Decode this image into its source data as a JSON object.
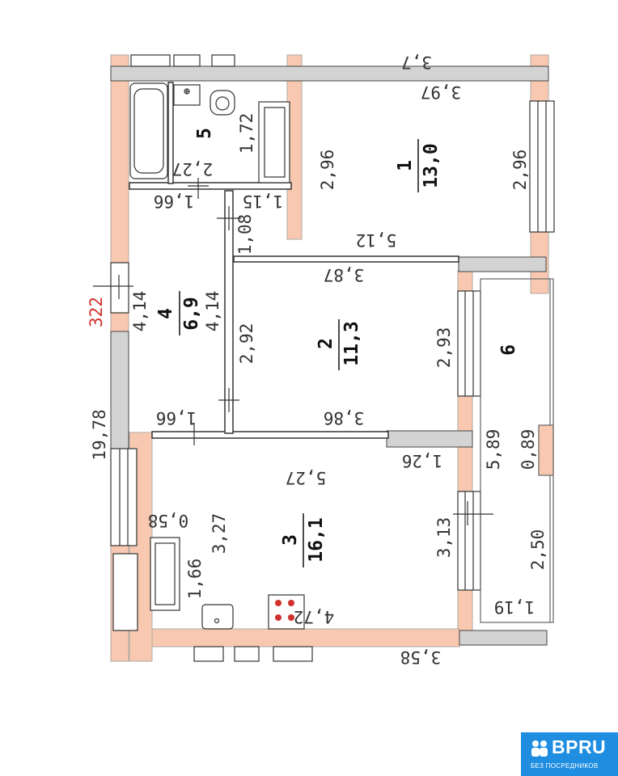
{
  "plan": {
    "total_dimension": "19,78",
    "door_dimension": "322",
    "clipped_label": "3,7",
    "rooms": [
      {
        "number": "1",
        "area": "13,0",
        "dims": [
          "3,97",
          "2,96",
          "2,96",
          "5,12"
        ]
      },
      {
        "number": "2",
        "area": "11,3",
        "dims": [
          "3,87",
          "2,92",
          "2,93",
          "3,86"
        ]
      },
      {
        "number": "3",
        "area": "16,1",
        "dims": [
          "5,27",
          "3,27",
          "3,13",
          "4,72",
          "0,58",
          "1,66",
          "1,26"
        ]
      },
      {
        "number": "4",
        "area": "6,9",
        "dims": [
          "4,14",
          "4,14",
          "1,66",
          "1,66",
          "1,08"
        ]
      },
      {
        "number": "5",
        "area": "",
        "dims": [
          "1,72",
          "2,27",
          "1,15"
        ]
      },
      {
        "number": "6",
        "area": "",
        "dims": [
          "5,89",
          "0,89",
          "2,50",
          "1,19",
          "3,58"
        ]
      }
    ]
  },
  "colors": {
    "wall": "#f8c9b0",
    "partition": "#d3d3d3",
    "line": "#333333",
    "accent_red": "#d0312d",
    "badge": "#1f8ee0"
  },
  "badge": {
    "brand": "BPRU",
    "tagline": "БЕЗ ПОСРЕДНИКОВ"
  }
}
